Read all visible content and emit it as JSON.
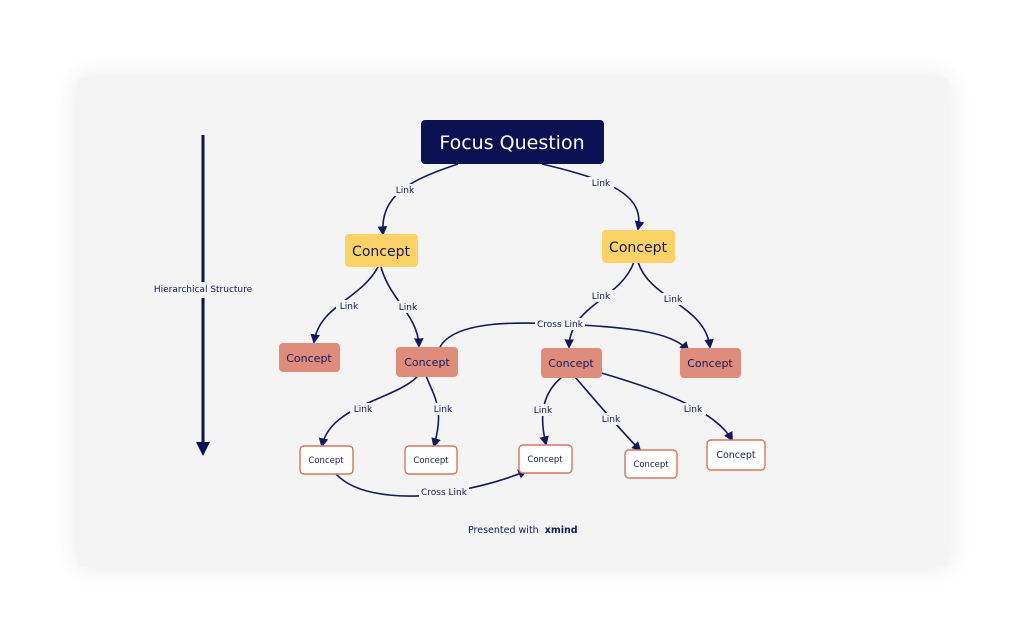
{
  "focus_question": "Focus Question",
  "concepts": {
    "l1_left": "Concept",
    "l1_right": "Concept",
    "l2_a": "Concept",
    "l2_b": "Concept",
    "l2_c": "Concept",
    "l2_d": "Concept",
    "l3_a": "Concept",
    "l3_b": "Concept",
    "l3_c": "Concept",
    "l3_d": "Concept",
    "l3_e": "Concept"
  },
  "links": {
    "link": "Link",
    "cross_link": "Cross Link"
  },
  "side_axis": {
    "label": "Hierarchical Structure"
  },
  "footer": {
    "presented_with": "Presented with",
    "brand": "xmind"
  },
  "colors": {
    "navy": "#0c1154",
    "yellow": "#fad266",
    "salmon": "#df8c7d",
    "outline": "#d8745f",
    "background": "#f4f4f4"
  }
}
